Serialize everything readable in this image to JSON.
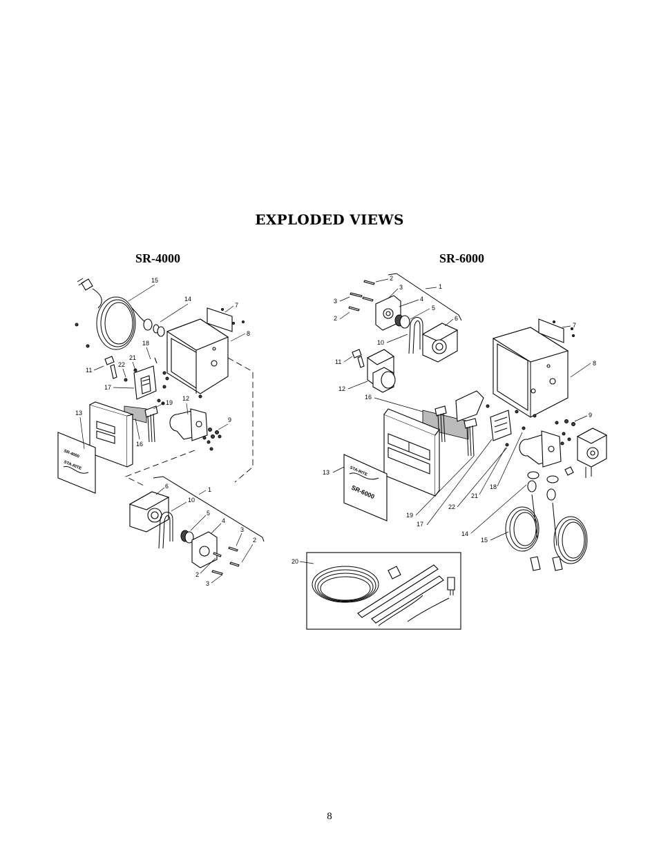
{
  "page": {
    "title": "EXPLODED VIEWS",
    "page_number": "8"
  },
  "views": [
    {
      "id": "left",
      "heading": "SR-4000",
      "callouts": {
        "c15": "15",
        "c14": "14",
        "c7": "7",
        "c8": "8",
        "c18": "18",
        "c21": "21",
        "c22": "22",
        "c11": "11",
        "c17": "17",
        "c19": "19",
        "c12": "12",
        "c9": "9",
        "c13": "13",
        "c16": "16",
        "c6": "6",
        "c1": "1",
        "c10": "10",
        "c5": "5",
        "c4": "4",
        "c3a": "3",
        "c2a": "2",
        "c2b": "2",
        "c3b": "3"
      },
      "label_text": [
        "SR-4000",
        "STA-RITE"
      ]
    },
    {
      "id": "right",
      "heading": "SR-6000",
      "callouts": {
        "c2a": "2",
        "c1": "1",
        "c3a": "3",
        "c3b": "3",
        "c4": "4",
        "c5": "5",
        "c2b": "2",
        "c6": "6",
        "c10": "10",
        "c7": "7",
        "c11": "11",
        "c8": "8",
        "c12": "12",
        "c16": "16",
        "c9": "9",
        "c13": "13",
        "c21": "21",
        "c18": "18",
        "c22": "22",
        "c19": "19",
        "c17": "17",
        "c14": "14",
        "c15": "15",
        "c20": "20"
      },
      "label_text": [
        "STA-RITE",
        "SR-6000"
      ]
    }
  ]
}
